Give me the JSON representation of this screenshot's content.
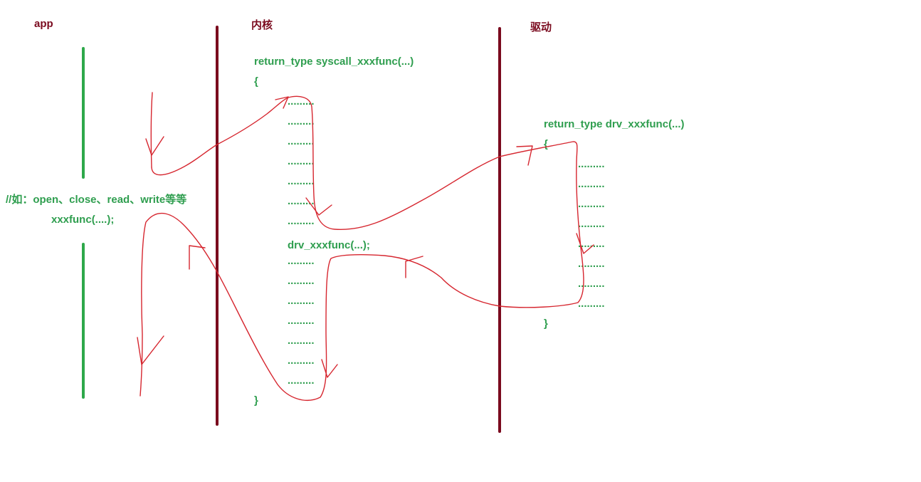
{
  "headers": {
    "app": "app",
    "kernel": "内核",
    "driver": "驱动"
  },
  "app": {
    "comment": "//如：open、close、read、write等等",
    "call": "xxxfunc(....);"
  },
  "kernel": {
    "signature": "return_type syscall_xxxfunc(...)",
    "open_brace": "{",
    "dots_before": [
      ".........",
      ".........",
      ".........",
      ".........",
      ".........",
      ".........",
      "........."
    ],
    "driver_call": "drv_xxxfunc(...);",
    "dots_after": [
      ".........",
      ".........",
      ".........",
      ".........",
      ".........",
      ".........",
      "........."
    ],
    "close_brace": "}"
  },
  "driver": {
    "signature": "return_type drv_xxxfunc(...)",
    "open_brace": "{",
    "dots": [
      ".........",
      ".........",
      ".........",
      ".........",
      ".........",
      ".........",
      ".........",
      "........."
    ],
    "close_brace": "}"
  },
  "colors": {
    "divider": "#7a0a1e",
    "app_line": "#2ea84a",
    "code": "#2f9e4f",
    "flow": "#d6262f"
  }
}
